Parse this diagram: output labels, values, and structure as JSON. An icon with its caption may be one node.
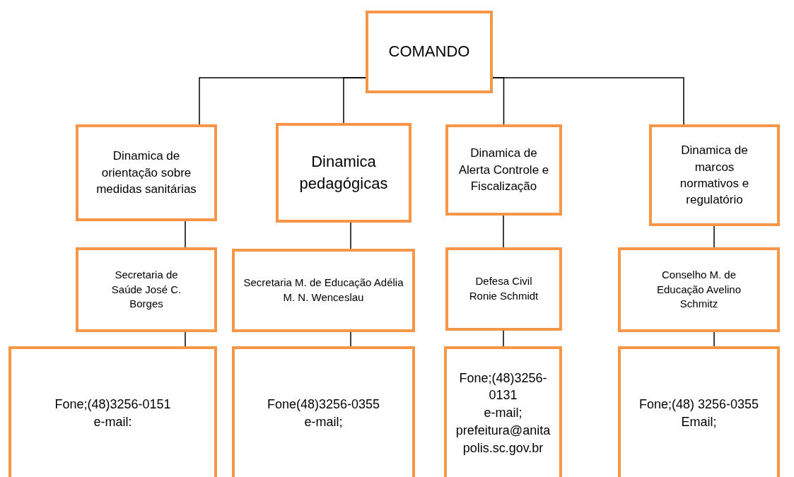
{
  "diagram": {
    "nodes": [
      {
        "text": [
          "COMANDO"
        ]
      },
      {
        "text": [
          "Dinamica de orientação sobre medidas sanitárias"
        ]
      },
      {
        "text": [
          "Dinamica pedagógicas"
        ]
      },
      {
        "text": [
          "Dinamica de Alerta Controle e Fiscalização"
        ]
      },
      {
        "text": [
          "Dinamica de marcos normativos e regulatório"
        ]
      },
      {
        "text": [
          "Secretaria de Saúde José C. Borges"
        ]
      },
      {
        "text": [
          "Secretaria M. de Educação Adélia M. N. Wenceslau"
        ]
      },
      {
        "text": [
          "Defesa Civil Ronie Schmidt"
        ]
      },
      {
        "text": [
          "Conselho M. de Educação Avelino Schmitz"
        ]
      },
      {
        "text": [
          "Fone;(48)3256-0151",
          "e-mail:"
        ]
      },
      {
        "text": [
          "Fone(48)3256-0355",
          "e-mail;"
        ]
      },
      {
        "text": [
          "Fone;(48)3256-0131",
          "e-mail;",
          "prefeitura@anitapolis.sc.gov.br"
        ]
      },
      {
        "text": [
          "Fone;(48) 3256-0355",
          "Email;"
        ]
      }
    ],
    "edges": [
      {
        "from": 0,
        "to": 1,
        "arrow": "none"
      },
      {
        "from": 0,
        "to": 2,
        "arrow": "none"
      },
      {
        "from": 0,
        "to": 3,
        "arrow": "none"
      },
      {
        "from": 0,
        "to": 4,
        "arrow": "none"
      },
      {
        "from": 1,
        "to": 5,
        "arrow": "none"
      },
      {
        "from": 2,
        "to": 6,
        "arrow": "none"
      },
      {
        "from": 3,
        "to": 7,
        "arrow": "none"
      },
      {
        "from": 4,
        "to": 8,
        "arrow": "none"
      },
      {
        "from": 5,
        "to": 9,
        "arrow": "none"
      },
      {
        "from": 6,
        "to": 10,
        "arrow": "none"
      },
      {
        "from": 7,
        "to": 11,
        "arrow": "none"
      },
      {
        "from": 8,
        "to": 12,
        "arrow": "none"
      }
    ]
  }
}
